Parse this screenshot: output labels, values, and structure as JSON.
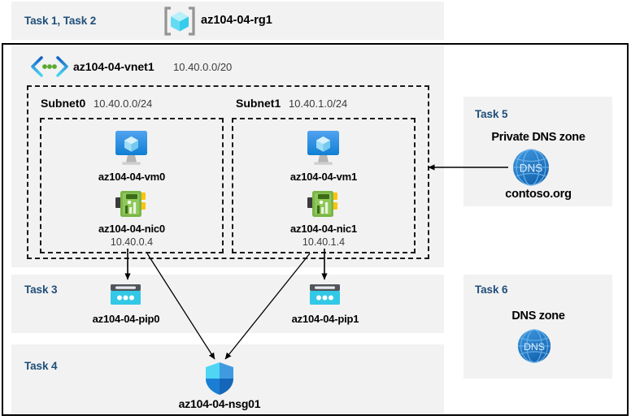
{
  "diagram": {
    "title_bar": {
      "task_label": "Task 1, Task 2",
      "resource_group_name": "az104-04-rg1",
      "resource_group_icon": "resource-group-icon"
    },
    "vnet": {
      "icon": "virtual-network-icon",
      "name": "az104-04-vnet1",
      "address_space": "10.40.0.0/20"
    },
    "subnets": [
      {
        "name": "Subnet0",
        "cidr": "10.40.0.0/24",
        "vm": {
          "icon": "virtual-machine-icon",
          "name": "az104-04-vm0"
        },
        "nic": {
          "icon": "network-interface-icon",
          "name": "az104-04-nic0",
          "ip": "10.40.0.4"
        }
      },
      {
        "name": "Subnet1",
        "cidr": "10.40.1.0/24",
        "vm": {
          "icon": "virtual-machine-icon",
          "name": "az104-04-vm1"
        },
        "nic": {
          "icon": "network-interface-icon",
          "name": "az104-04-nic1",
          "ip": "10.40.1.4"
        }
      }
    ],
    "public_ips": [
      {
        "task_label": "Task 3",
        "icon": "public-ip-address-icon",
        "name": "az104-04-pip0"
      },
      {
        "icon": "public-ip-address-icon",
        "name": "az104-04-pip1"
      }
    ],
    "nsg": {
      "task_label": "Task 4",
      "icon": "network-security-group-shield-icon",
      "name": "az104-04-nsg01"
    },
    "private_dns_zone": {
      "task_label": "Task 5",
      "title": "Private DNS zone",
      "icon": "dns-globe-icon",
      "icon_text": "DNS",
      "name": "contoso.org"
    },
    "dns_zone": {
      "task_label": "Task 6",
      "title": "DNS zone",
      "icon": "dns-globe-icon",
      "icon_text": "DNS"
    },
    "colors": {
      "task_text": "#1f4e79",
      "panel_bg": "#f2f2f2",
      "page_bg": "#ffffff",
      "border": "#000000",
      "nic_green": "#7ab648",
      "pip_cyan": "#32c8e6",
      "dns_blue": "#1f7fd4",
      "vm_blue": "#1e88e5"
    }
  }
}
